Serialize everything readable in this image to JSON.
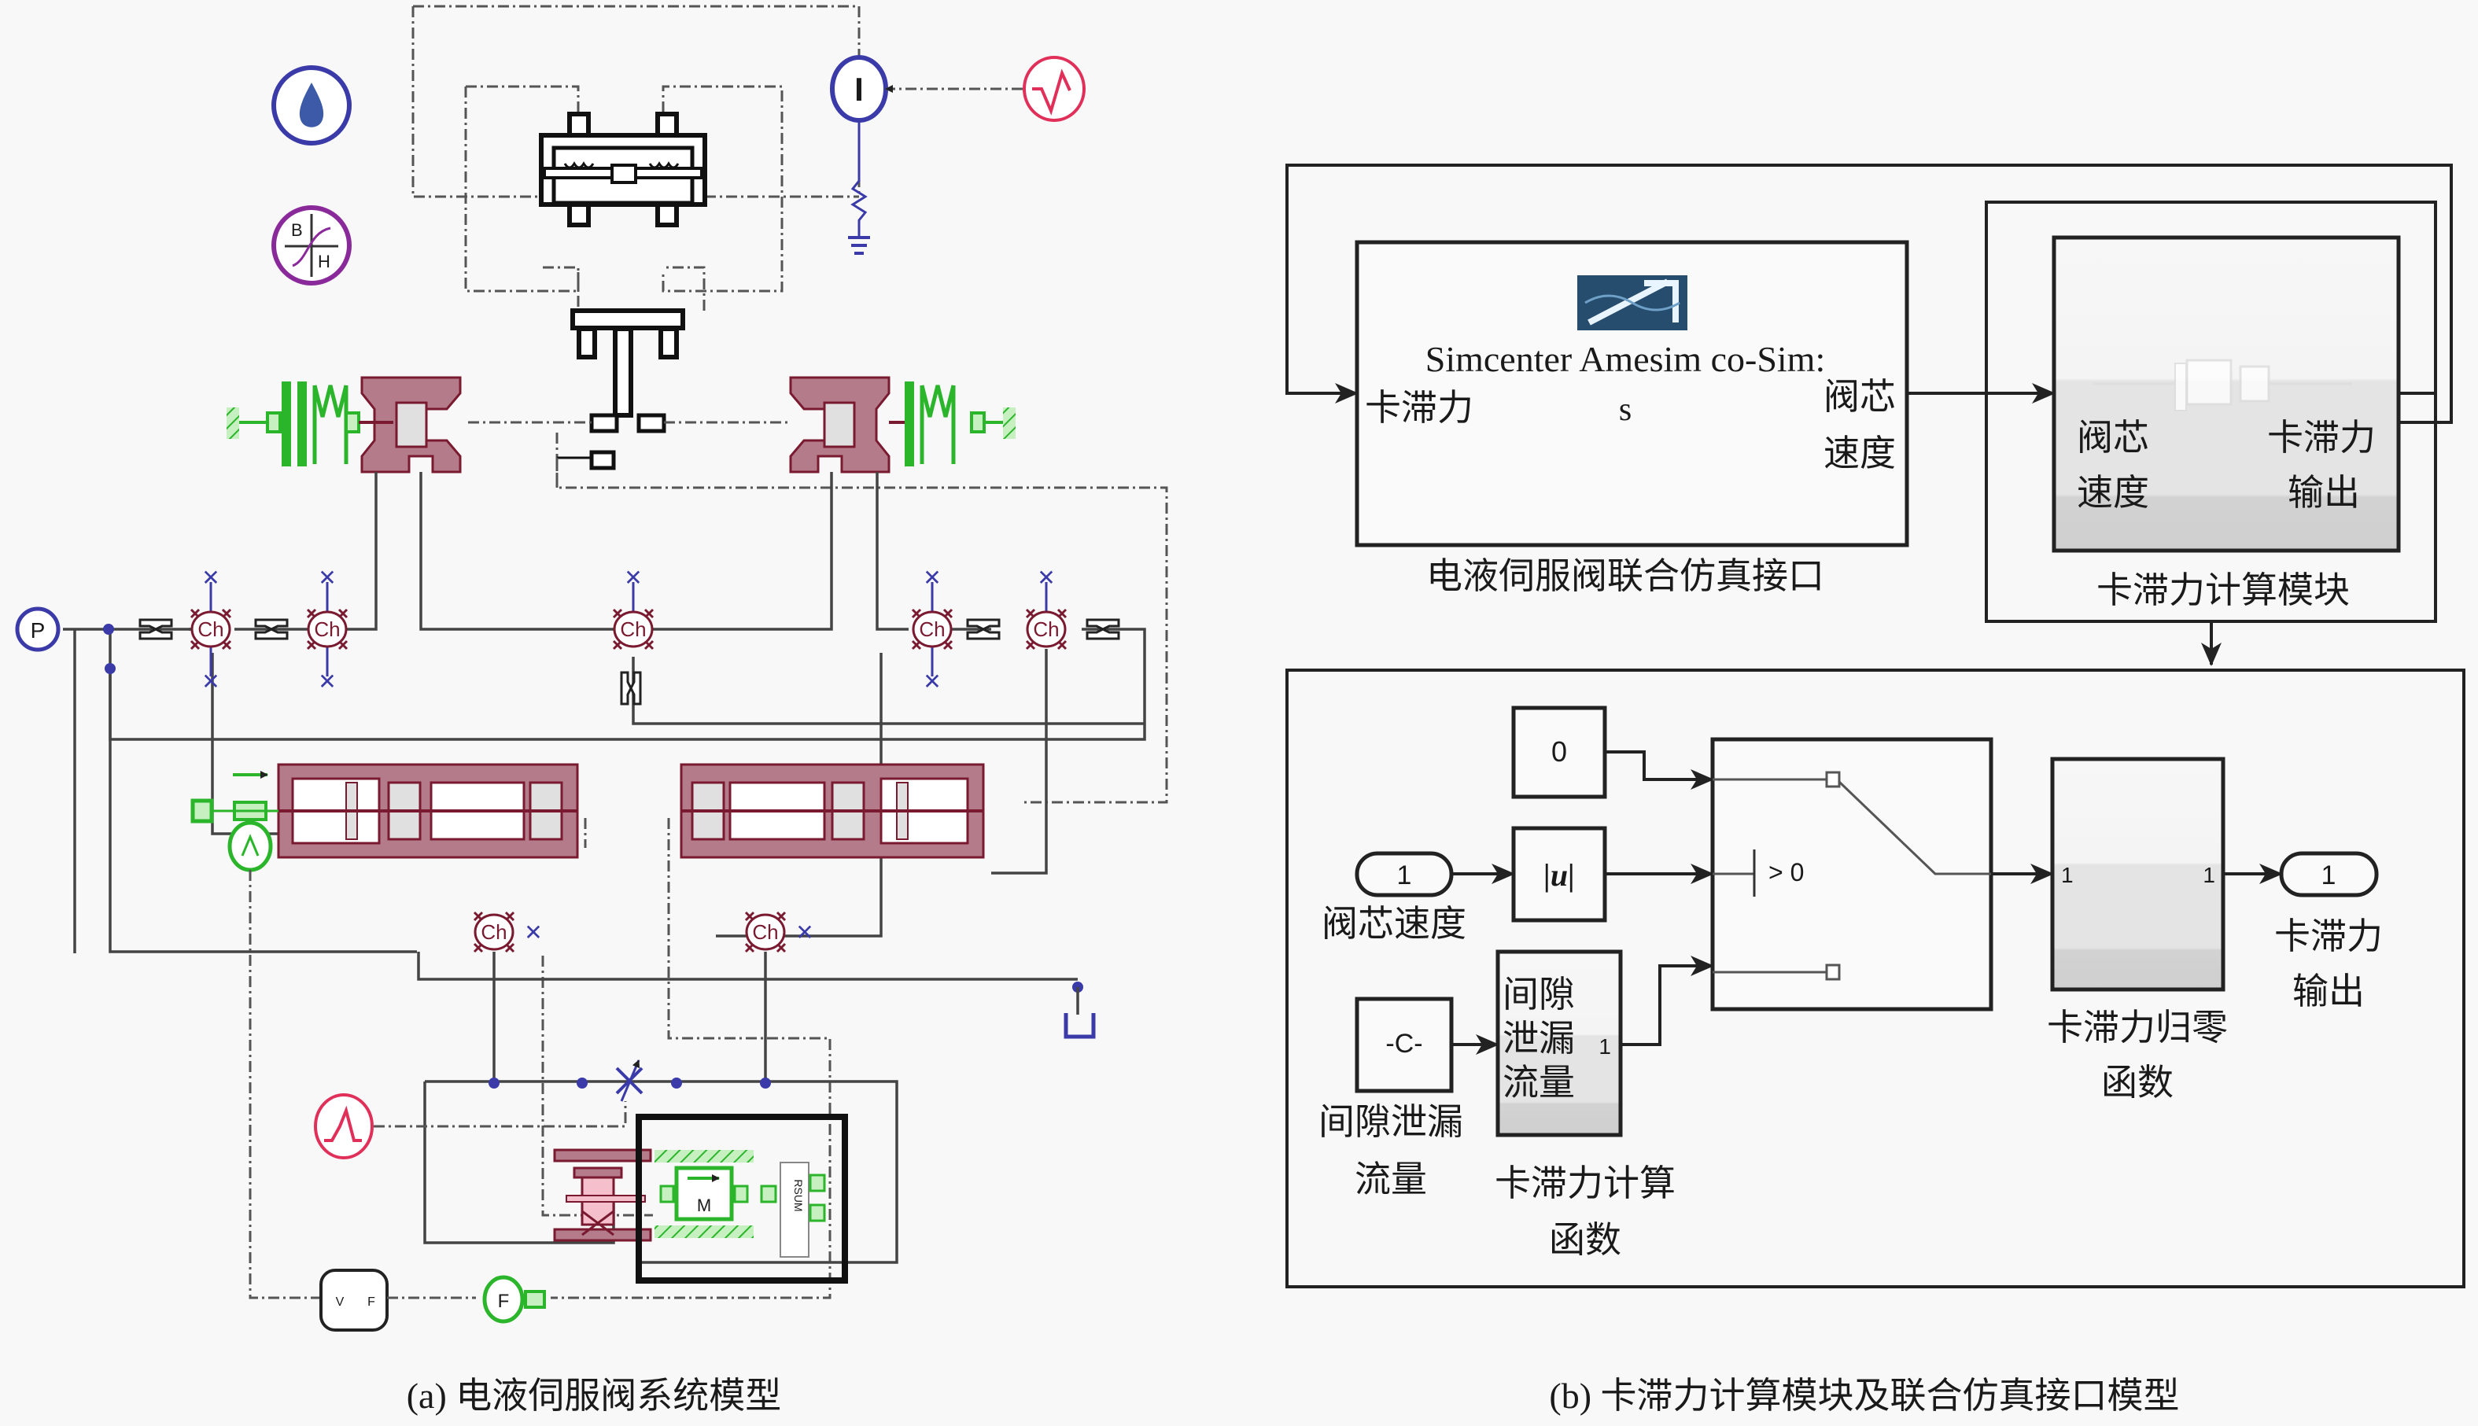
{
  "captions": {
    "left": "(a) 电液伺服阀系统模型",
    "right": "(b) 卡滞力计算模块及联合仿真接口模型"
  },
  "amesim_model": {
    "sources": {
      "pressure_source": "P",
      "current_source": "I",
      "force_sensor": "F",
      "vf_converter": {
        "left": "V",
        "right": "F"
      },
      "bh_curve": {
        "b": "B",
        "h": "H"
      }
    },
    "chamber_label": "Ch",
    "mass_label": "M",
    "rsum_label": "RSUM",
    "colors": {
      "hydraulic_body": "#b47c8a",
      "mechanical": "#2bb52b",
      "hydraulic_line": "#3a3aa8",
      "signal_source": "#e0305a",
      "magnetic": "#8a2a9a"
    }
  },
  "simulink": {
    "cosim_block": {
      "title": "Simcenter Amesim co-Sim:",
      "center": "s",
      "in_port": "卡滞力",
      "out_port_l1": "阀芯",
      "out_port_l2": "速度",
      "caption": "电液伺服阀联合仿真接口"
    },
    "force_module": {
      "in_l1": "阀芯",
      "in_l2": "速度",
      "out_l1": "卡滞力",
      "out_l2": "输出",
      "caption": "卡滞力计算模块"
    },
    "inner": {
      "constant_zero": "0",
      "inport_num": "1",
      "inport_label": "阀芯速度",
      "abs_label": "|u|",
      "switch_threshold": "> 0",
      "const_c": "-C-",
      "const_c_l1": "间隙泄漏",
      "const_c_l2": "流量",
      "gap_fn_l1": "间隙",
      "gap_fn_l2": "泄漏",
      "gap_fn_l3": "流量",
      "gap_fn_port": "1",
      "gap_fn_cap_l1": "卡滞力计算",
      "gap_fn_cap_l2": "函数",
      "zero_fn_in": "1",
      "zero_fn_out": "1",
      "zero_fn_cap_l1": "卡滞力归零",
      "zero_fn_cap_l2": "函数",
      "outport_num": "1",
      "outport_l1": "卡滞力",
      "outport_l2": "输出"
    }
  }
}
